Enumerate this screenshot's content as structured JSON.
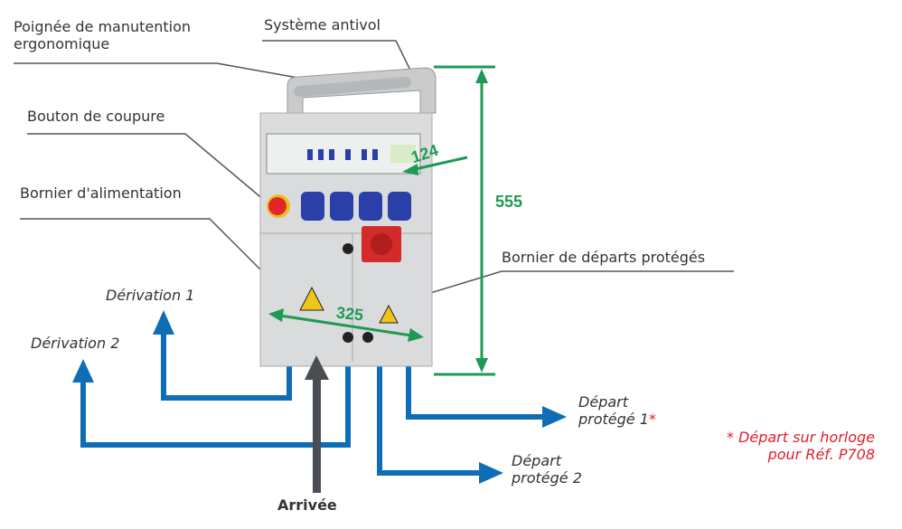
{
  "labels": {
    "handle": [
      "Poignée de manutention",
      "ergonomique"
    ],
    "antitheft": "Système antivol",
    "cutoff_button": "Bouton de coupure",
    "supply_terminal": "Bornier d'alimentation",
    "protected_terminal": "Bornier de départs protégés",
    "derivation1": "Dérivation 1",
    "derivation2": "Dérivation 2",
    "arrival": "Arrivée",
    "depart1": [
      "Départ",
      "protégé 1"
    ],
    "depart1_star": "*",
    "depart2": [
      "Départ",
      "protégé 2"
    ],
    "note": [
      "* Départ sur horloge",
      "pour Réf. P708"
    ]
  },
  "dimensions": {
    "height": "555",
    "width": "325",
    "depth": "124"
  },
  "colors": {
    "flow": "#0f6db5",
    "arrival": "#4a4d52",
    "dimension": "#1e9a55",
    "note": "#e0202a",
    "socket": "#2b3fa8",
    "button": "#e3262b"
  }
}
